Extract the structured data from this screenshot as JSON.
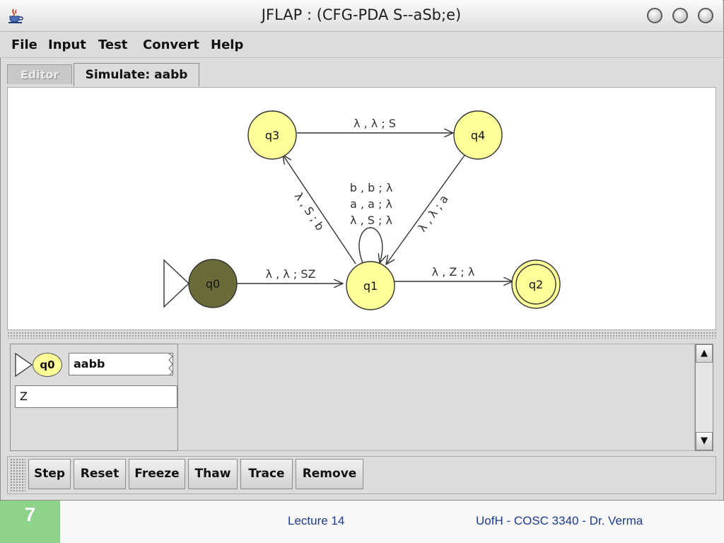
{
  "window": {
    "title": "JFLAP : (CFG-PDA S--aSb;e)"
  },
  "menu": [
    "File",
    "Input",
    "Test",
    "Convert",
    "Help"
  ],
  "tabs": {
    "editor": "Editor",
    "simulate": "Simulate: aabb"
  },
  "automaton": {
    "states": [
      {
        "id": "q0",
        "label": "q0",
        "initial": true,
        "final": false,
        "active": true
      },
      {
        "id": "q1",
        "label": "q1",
        "initial": false,
        "final": false,
        "active": false
      },
      {
        "id": "q2",
        "label": "q2",
        "initial": false,
        "final": true,
        "active": false
      },
      {
        "id": "q3",
        "label": "q3",
        "initial": false,
        "final": false,
        "active": false
      },
      {
        "id": "q4",
        "label": "q4",
        "initial": false,
        "final": false,
        "active": false
      }
    ],
    "transitions": [
      {
        "from": "q0",
        "to": "q1",
        "label": "λ , λ ; SZ"
      },
      {
        "from": "q1",
        "to": "q2",
        "label": "λ , Z ; λ"
      },
      {
        "from": "q1",
        "to": "q3",
        "label": "λ , S ; b"
      },
      {
        "from": "q3",
        "to": "q4",
        "label": "λ , λ ; S"
      },
      {
        "from": "q4",
        "to": "q1",
        "label": "λ , λ ; a"
      },
      {
        "from": "q1",
        "to": "q1",
        "labels": [
          "b , b ; λ",
          "a , a ; λ",
          "λ , S ; λ"
        ]
      }
    ],
    "colors": {
      "state_fill": "#ffff99",
      "active_fill": "#6b6b3a",
      "edge": "#333333"
    }
  },
  "config": {
    "state": "q0",
    "input": "aabb",
    "stack": "Z"
  },
  "buttons": {
    "step": "Step",
    "reset": "Reset",
    "freeze": "Freeze",
    "thaw": "Thaw",
    "trace": "Trace",
    "remove": "Remove"
  },
  "footer": {
    "slide_number": "7",
    "lecture": "Lecture 14",
    "course": "UofH - COSC 3340 - Dr. Verma"
  },
  "icons": {
    "app": "java-cup-icon",
    "scroll_up": "▲",
    "scroll_down": "▼"
  }
}
